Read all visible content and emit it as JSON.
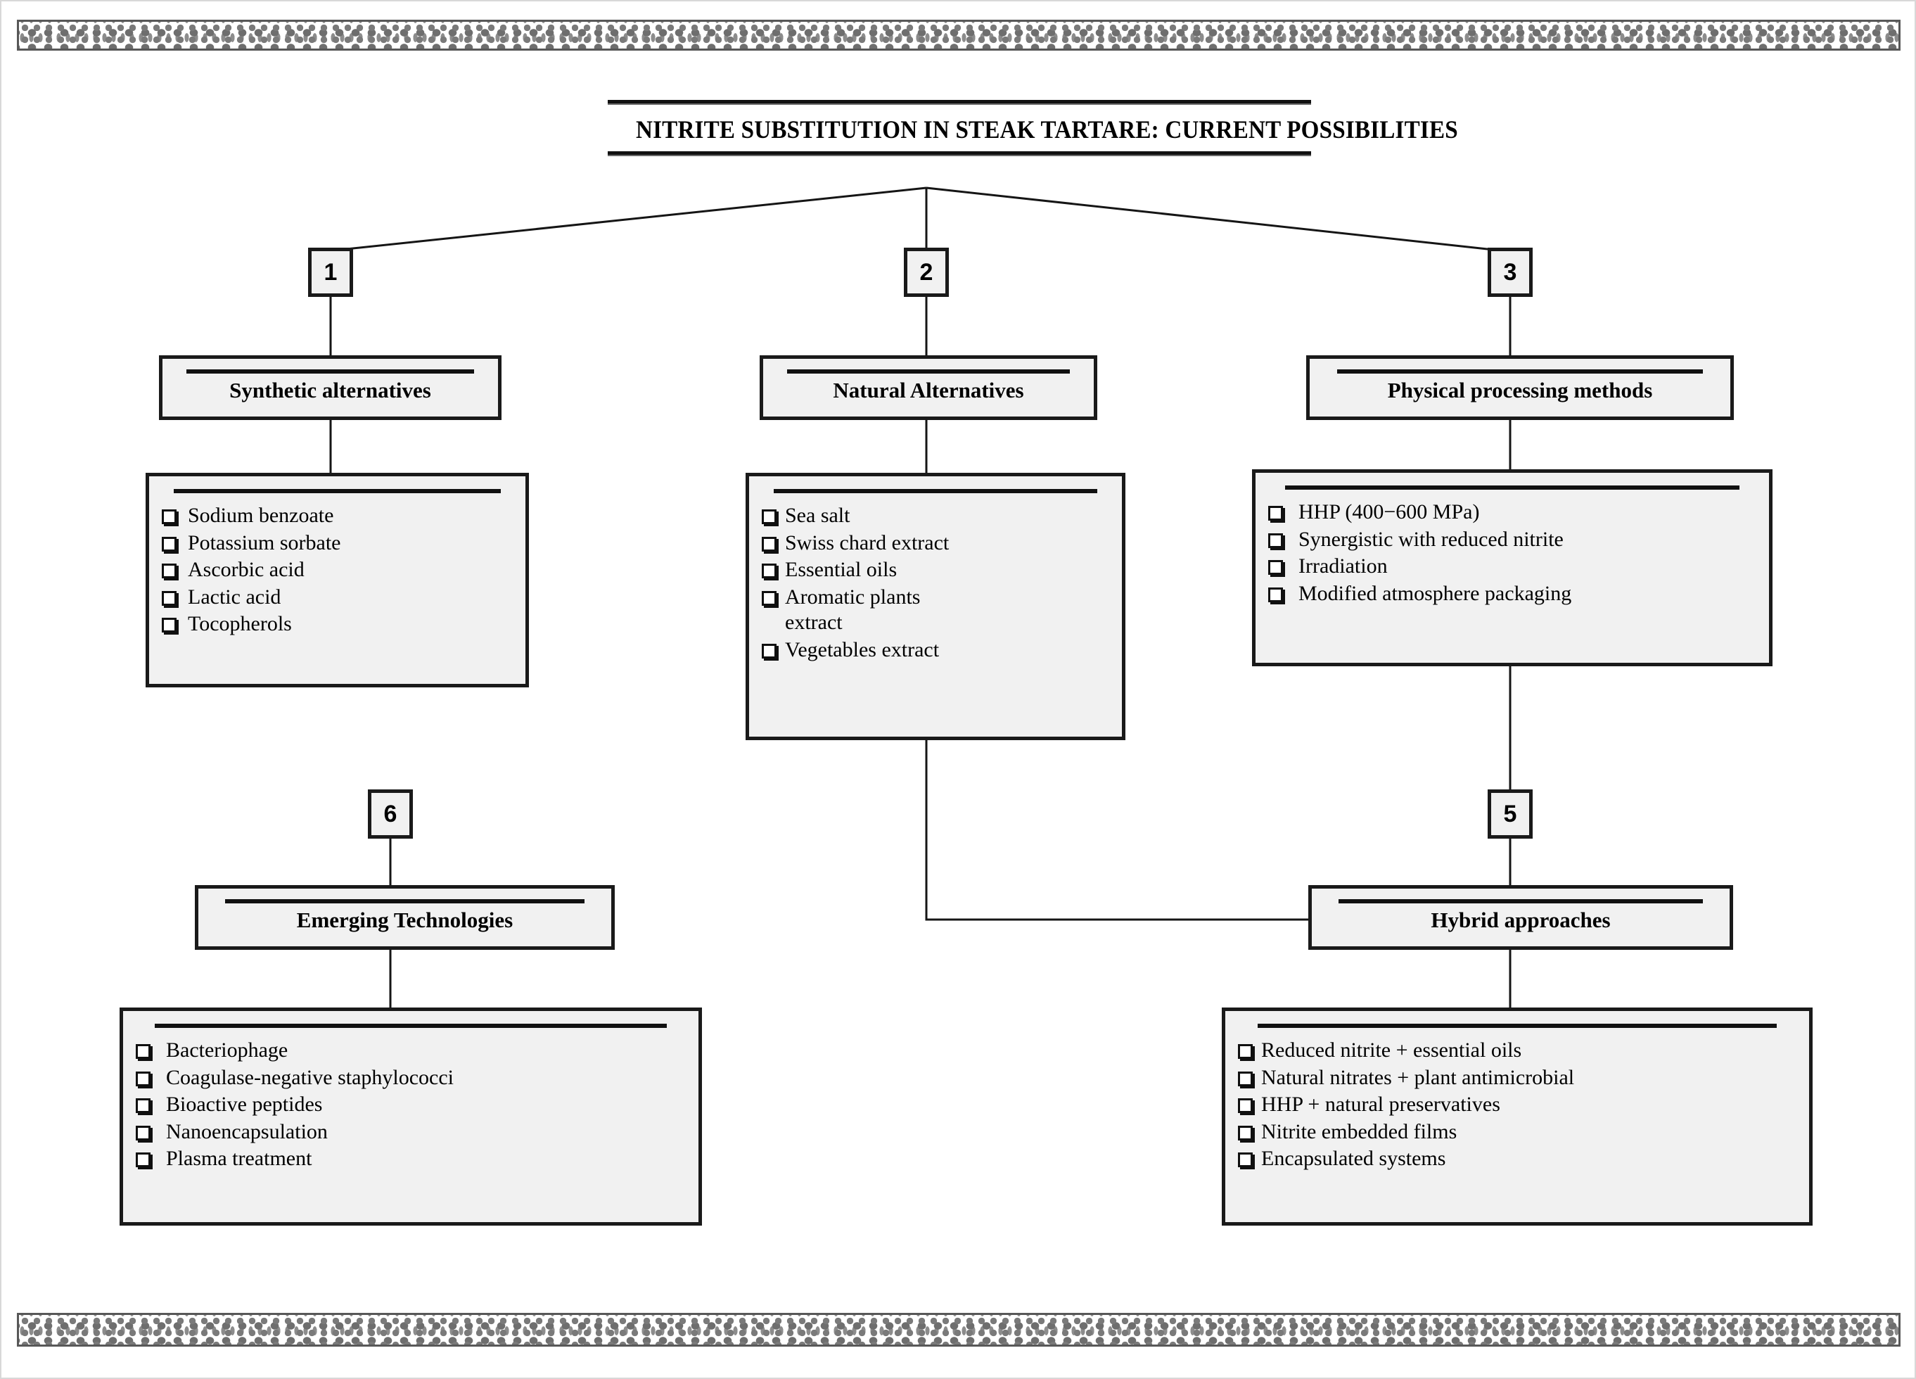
{
  "title": "NITRITE SUBSTITUTION IN STEAK TARTARE: CURRENT POSSIBILITIES",
  "colors": {
    "box_fill": "#f1f1f1",
    "box_border": "#1a1a1a",
    "page_background": "#ffffff",
    "text": "#000000",
    "band_pattern": "#7a7a7a"
  },
  "branches": [
    {
      "number": "1",
      "header": "Synthetic alternatives",
      "items": [
        "Sodium benzoate",
        "Potassium sorbate",
        "Ascorbic acid",
        "Lactic acid",
        "Tocopherols"
      ]
    },
    {
      "number": "2",
      "header": "Natural Alternatives",
      "items": [
        "Sea salt",
        "Swiss chard extract",
        "Essential oils",
        "Aromatic plants extract",
        "Vegetables extract"
      ]
    },
    {
      "number": "3",
      "header": "Physical processing methods",
      "items": [
        "HHP (400−600 MPa)",
        "Synergistic with reduced nitrite",
        "Irradiation",
        "Modified atmosphere packaging"
      ]
    },
    {
      "number": "6",
      "header": "Emerging  Technologies",
      "items": [
        "Bacteriophage",
        "Coagulase-negative staphylococci",
        "Bioactive peptides",
        "Nanoencapsulation",
        "Plasma treatment"
      ]
    },
    {
      "number": "5",
      "header": "Hybrid approaches",
      "items": [
        "Reduced nitrite + essential oils",
        "Natural nitrates + plant antimicrobial",
        "HHP + natural preservatives",
        "Nitrite embedded films",
        "Encapsulated systems"
      ]
    }
  ]
}
